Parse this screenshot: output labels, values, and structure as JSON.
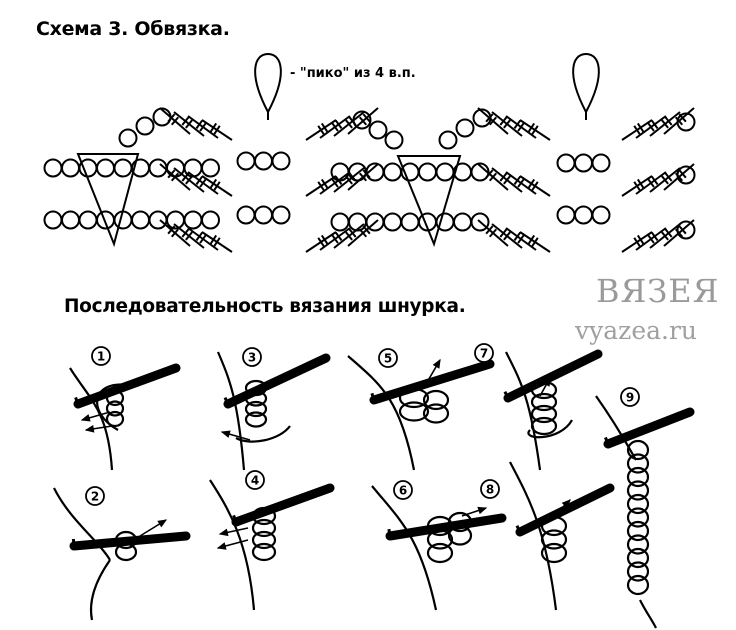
{
  "diagram": {
    "scheme_title": "Схема 3. Обвязка.",
    "legend_text": "- \"пико\" из 4 в.п.",
    "sequence_title": "Последовательность вязания шнурка."
  },
  "watermark": {
    "name": "ВЯЗЕЯ",
    "site": "vyazea.ru"
  },
  "steps": [
    {
      "label": "1"
    },
    {
      "label": "2"
    },
    {
      "label": "3"
    },
    {
      "label": "4"
    },
    {
      "label": "5"
    },
    {
      "label": "6"
    },
    {
      "label": "7"
    },
    {
      "label": "8"
    },
    {
      "label": "9"
    }
  ],
  "colors": {
    "ink": "#000000",
    "watermark": "#9a9a9a",
    "background": "#ffffff"
  }
}
